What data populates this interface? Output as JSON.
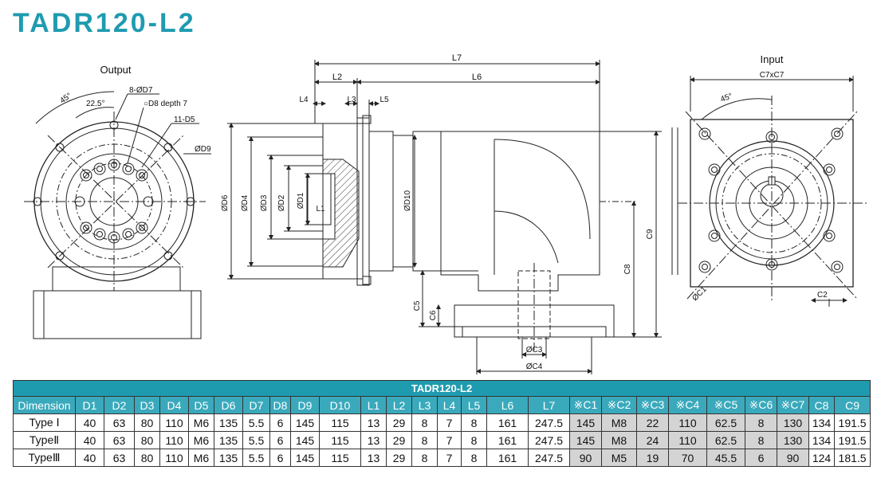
{
  "title": "TADR120-L2",
  "views": {
    "output_label": "Output",
    "input_label": "Input"
  },
  "callouts": {
    "angle_45": "45°",
    "angle_22_5": "22.5°",
    "holes_d7": "8-ØD7",
    "d8_depth": "○D8 depth 7",
    "tap_d5": "11-D5",
    "d9": "ØD9",
    "d6": "ØD6",
    "d4": "ØD4",
    "d3": "ØD3",
    "d2": "ØD2",
    "d1": "ØD1",
    "l1": "L1",
    "l2": "L2",
    "l3": "L3",
    "l4": "L4",
    "l5": "L5",
    "l6": "L6",
    "l7": "L7",
    "d10": "ØD10",
    "c3": "ØC3",
    "c4": "ØC4",
    "c5": "C5",
    "c6": "C6",
    "c8": "C8",
    "c9": "C9",
    "c7xc7": "C7xC7",
    "input_45": "45°",
    "c1": "ØC1",
    "c2": "C2"
  },
  "table": {
    "caption": "TADR120-L2",
    "headers": [
      "Dimension",
      "D1",
      "D2",
      "D3",
      "D4",
      "D5",
      "D6",
      "D7",
      "D8",
      "D9",
      "D10",
      "L1",
      "L2",
      "L3",
      "L4",
      "L5",
      "L6",
      "L7",
      "※C1",
      "※C2",
      "※C3",
      "※C4",
      "※C5",
      "※C6",
      "※C7",
      "C8",
      "C9"
    ],
    "rows": [
      [
        "Type Ⅰ",
        "40",
        "63",
        "80",
        "110",
        "M6",
        "135",
        "5.5",
        "6",
        "145",
        "115",
        "13",
        "29",
        "8",
        "7",
        "8",
        "161",
        "247.5",
        "145",
        "M8",
        "22",
        "110",
        "62.5",
        "8",
        "130",
        "134",
        "191.5"
      ],
      [
        "TypeⅡ",
        "40",
        "63",
        "80",
        "110",
        "M6",
        "135",
        "5.5",
        "6",
        "145",
        "115",
        "13",
        "29",
        "8",
        "7",
        "8",
        "161",
        "247.5",
        "145",
        "M8",
        "24",
        "110",
        "62.5",
        "8",
        "130",
        "134",
        "191.5"
      ],
      [
        "TypeⅢ",
        "40",
        "63",
        "80",
        "110",
        "M6",
        "135",
        "5.5",
        "6",
        "145",
        "115",
        "13",
        "29",
        "8",
        "7",
        "8",
        "161",
        "247.5",
        "90",
        "M5",
        "19",
        "70",
        "45.5",
        "6",
        "90",
        "124",
        "181.5"
      ]
    ],
    "shaded_columns": [
      18,
      19,
      20,
      21,
      22,
      23,
      24
    ]
  }
}
